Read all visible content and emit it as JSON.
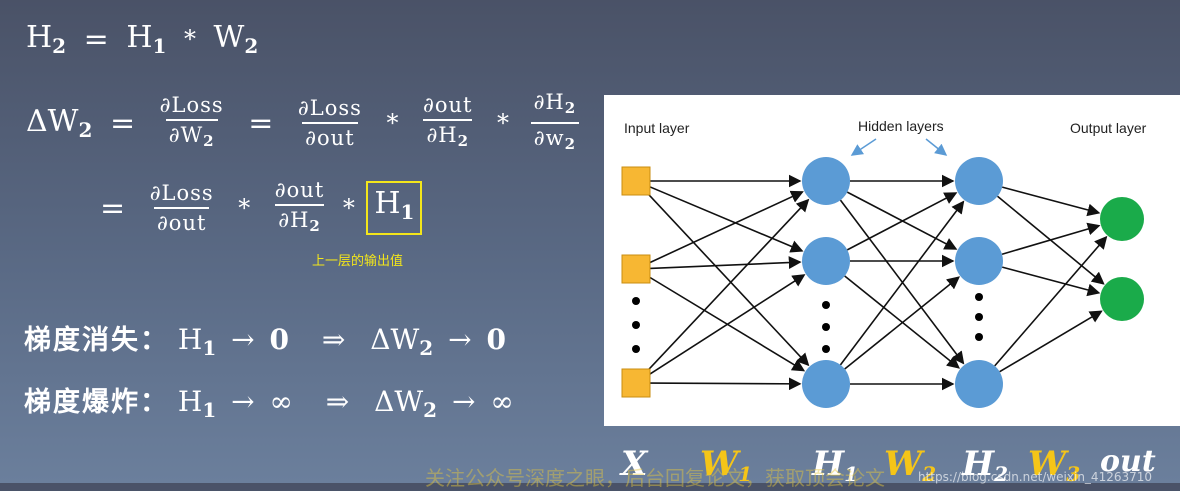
{
  "formulas": {
    "line1": {
      "H": "H",
      "s2": "2",
      "eq": "=",
      "H1": "H",
      "s1": "1",
      "star": "*",
      "W": "W",
      "sW": "2"
    },
    "line2": {
      "delta": "ΔW",
      "sub": "2",
      "eq": "=",
      "f1_num": "∂Loss",
      "f1_den": "∂W",
      "f1_den_sub": "2",
      "f2_num": "∂Loss",
      "f2_den": "∂out",
      "f3_num": "∂out",
      "f3_den": "∂H",
      "f3_den_sub": "2",
      "f4_num": "∂H",
      "f4_num_sub": "2",
      "f4_den": "∂w",
      "f4_den_sub": "2",
      "star": "*"
    },
    "line3": {
      "eq": "=",
      "f1_num": "∂Loss",
      "f1_den": "∂out",
      "f2_num": "∂out",
      "f2_den": "∂H",
      "f2_den_sub": "2",
      "star": "*",
      "box": "H",
      "box_sub": "1"
    },
    "box_note": "上一层的输出值"
  },
  "vanishing": {
    "label": "梯度消失：",
    "H": "H",
    "s1": "1",
    "arrow": "→",
    "zero": "0",
    "implies": "⇒",
    "dW": "ΔW",
    "s2": "2",
    "arrow2": "→",
    "zero2": "0"
  },
  "exploding": {
    "label": "梯度爆炸：",
    "H": "H",
    "s1": "1",
    "arrow": "→",
    "inf": "∞",
    "implies": "⇒",
    "dW": "ΔW",
    "s2": "2",
    "arrow2": "→",
    "inf2": "∞"
  },
  "network": {
    "input_label": "Input layer",
    "hidden_label": "Hidden layers",
    "output_label": "Output layer",
    "colors": {
      "input": "#f7b733",
      "hidden": "#5b9bd5",
      "output": "#1aab4a",
      "edge": "#111111"
    }
  },
  "bottom_labels": {
    "x": "X",
    "w1": "W",
    "w1_sub": "1",
    "h1": "H",
    "h1_sub": "1",
    "w2": "W",
    "w2_sub": "2",
    "h2": "H",
    "h2_sub": "2",
    "w3": "W",
    "w3_sub": "3",
    "out": "out"
  },
  "watermark": "关注公众号深度之眼，后台回复论文，获取顶会论文",
  "url": "https://blog.csdn.net/weixin_41263710"
}
